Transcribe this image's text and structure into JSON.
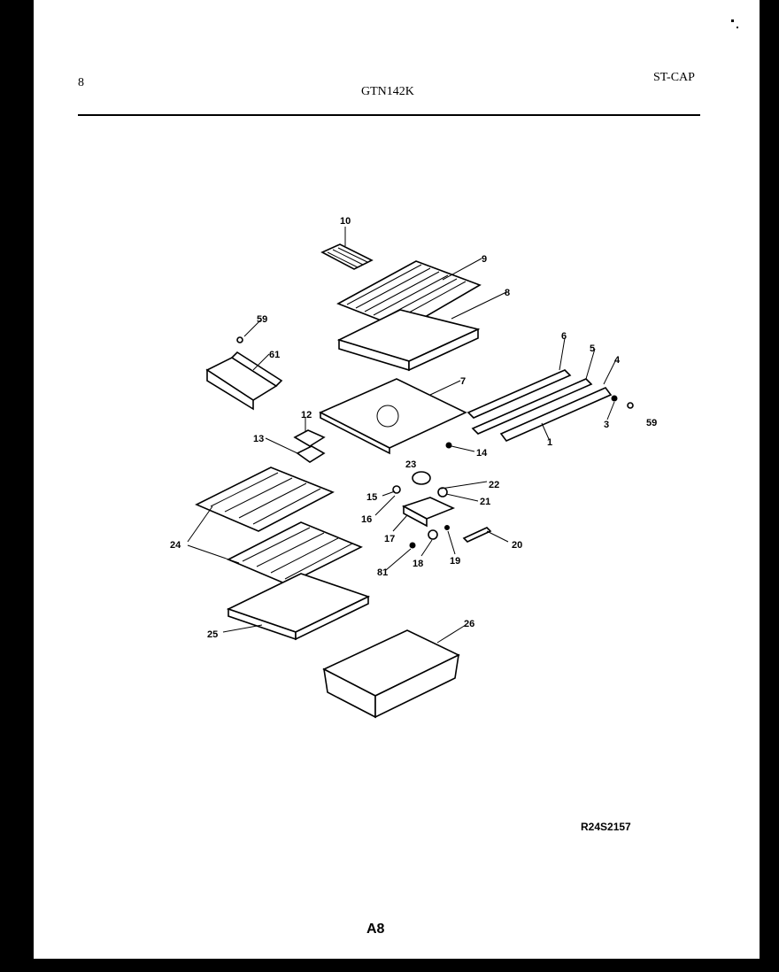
{
  "header": {
    "page_number": "8",
    "model": "GTN142K",
    "section_code": "ST-CAP"
  },
  "diagram": {
    "callouts": [
      "10",
      "9",
      "8",
      "59",
      "61",
      "6",
      "5",
      "4",
      "7",
      "12",
      "13",
      "3",
      "59",
      "1",
      "14",
      "23",
      "22",
      "15",
      "21",
      "16",
      "17",
      "20",
      "24",
      "81",
      "18",
      "19",
      "25",
      "26"
    ],
    "reference_code": "R24S2157"
  },
  "footer": {
    "page_label": "A8"
  }
}
